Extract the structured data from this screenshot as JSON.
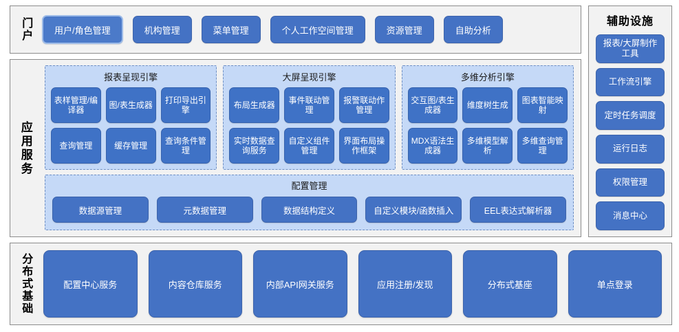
{
  "portal": {
    "label": "门户",
    "items": [
      {
        "label": "用户/角色管理",
        "selected": true
      },
      {
        "label": "机构管理",
        "selected": false
      },
      {
        "label": "菜单管理",
        "selected": false
      },
      {
        "label": "个人工作空间管理",
        "selected": false
      },
      {
        "label": "资源管理",
        "selected": false
      },
      {
        "label": "自助分析",
        "selected": false
      }
    ]
  },
  "app_services": {
    "label": "应用服务",
    "engines": [
      {
        "title": "报表呈现引擎",
        "tiles": [
          "表样管理/编译器",
          "图/表生成器",
          "打印导出引擎",
          "查询管理",
          "缓存管理",
          "查询条件管理"
        ]
      },
      {
        "title": "大屏呈现引擎",
        "tiles": [
          "布局生成器",
          "事件联动管理",
          "报警联动作管理",
          "实时数据查询服务",
          "自定义组件管理",
          "界面布局操作框架"
        ]
      },
      {
        "title": "多维分析引擎",
        "tiles": [
          "交互图/表生成器",
          "维度树生成",
          "图表智能映射",
          "MDX语法生成器",
          "多维模型解析",
          "多维查询管理"
        ]
      }
    ],
    "config": {
      "title": "配置管理",
      "items": [
        "数据源管理",
        "元数据管理",
        "数据结构定义",
        "自定义模块/函数插入",
        "EEL表达式解析器"
      ]
    }
  },
  "aux": {
    "title": "辅助设施",
    "items": [
      "报表/大屏制作工具",
      "工作流引擎",
      "定时任务调度",
      "运行日志",
      "权限管理",
      "消息中心"
    ]
  },
  "distributed": {
    "label": "分布式基础",
    "items": [
      "配置中心服务",
      "内容仓库服务",
      "内部API网关服务",
      "应用注册/发现",
      "分布式基座",
      "单点登录"
    ]
  },
  "colors": {
    "button_blue": "#4472c4",
    "tile_blue": "#3f72c6",
    "panel_light_blue": "#c5d9f7",
    "frame_gray": "#f2f2f2",
    "border_gray": "#8c8c8c"
  }
}
